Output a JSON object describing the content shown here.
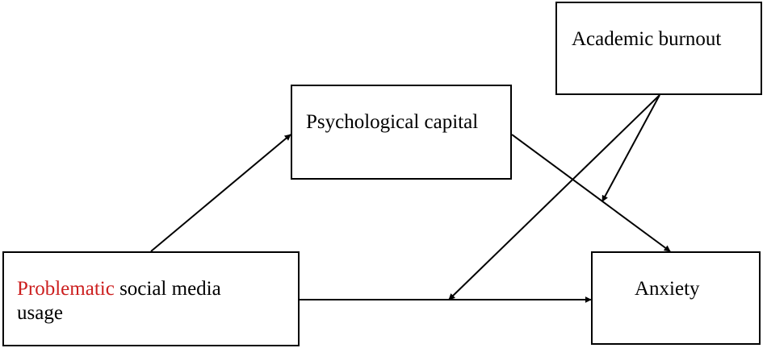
{
  "nodes": {
    "academic_burnout": {
      "label": "Academic burnout"
    },
    "psychological_capital": {
      "label": "Psychological capital"
    },
    "problematic_social_media_usage": {
      "label_highlight": "Problematic",
      "label_rest_line1": " social media",
      "label_line2": "usage",
      "highlight_color": "#cc1f1f"
    },
    "anxiety": {
      "label": "Anxiety"
    }
  },
  "edges": [
    {
      "from": "Problematic social media usage",
      "to": "Psychological capital"
    },
    {
      "from": "Psychological capital",
      "to": "Anxiety"
    },
    {
      "from": "Problematic social media usage",
      "to": "Anxiety"
    },
    {
      "from": "Academic burnout",
      "to": "Psychological capital → Anxiety path"
    },
    {
      "from": "Academic burnout",
      "to": "Problematic social media usage → Anxiety path"
    }
  ],
  "colors": {
    "stroke": "#000000",
    "background": "#ffffff"
  }
}
